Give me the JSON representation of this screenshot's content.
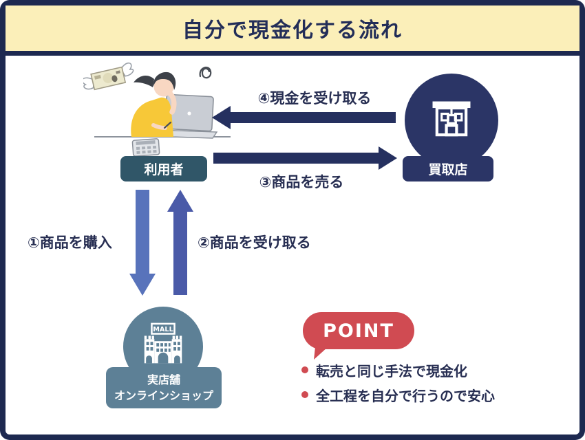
{
  "title": "自分で現金化する流れ",
  "actors": {
    "user": {
      "label": "利用者"
    },
    "buyback_store": {
      "label": "買取店"
    },
    "shop": {
      "label_line1": "実店舗",
      "label_line2": "オンラインショップ"
    }
  },
  "flow_steps": [
    {
      "id": 1,
      "label": "①商品を購入",
      "from": "利用者",
      "to": "実店舗・オンラインショップ",
      "direction": "down"
    },
    {
      "id": 2,
      "label": "②商品を受け取る",
      "from": "実店舗・オンラインショップ",
      "to": "利用者",
      "direction": "up"
    },
    {
      "id": 3,
      "label": "③商品を売る",
      "from": "利用者",
      "to": "買取店",
      "direction": "right"
    },
    {
      "id": 4,
      "label": "④現金を受け取る",
      "from": "買取店",
      "to": "利用者",
      "direction": "left"
    }
  ],
  "point": {
    "badge": "POINT",
    "items": [
      "転売と同じ手法で現金化",
      "全工程を自分で行うので安心"
    ]
  },
  "icons": {
    "mall_sign": "MALL"
  },
  "colors": {
    "frame_navy": "#1d2950",
    "title_cream": "#fbefb9",
    "arrow_navy": "#25305f",
    "buyback_navy": "#2b3566",
    "user_teal": "#305668",
    "mall_teal": "#5d8096",
    "arrow_down_blue": "#5873bb",
    "arrow_up_blue": "#4a5aa8",
    "point_red": "#d04b52",
    "text_navy": "#272e52"
  }
}
